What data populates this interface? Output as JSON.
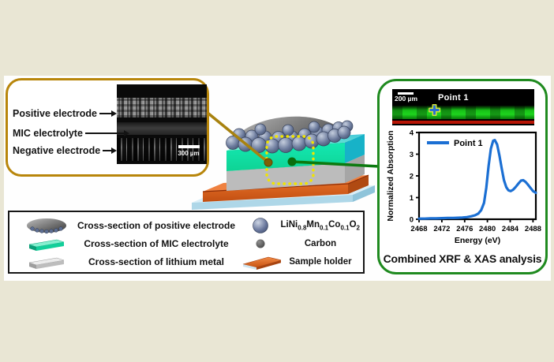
{
  "colors": {
    "background": "#e9e6d4",
    "gold_border": "#b8860b",
    "green_border": "#1f8a1f",
    "line_blue": "#1b6fd3",
    "dash_yellow": "#f0e400",
    "xrf_red": "#b71505"
  },
  "left_panel": {
    "labels": [
      "Positive electrode",
      "MIC electrolyte",
      "Negative electrode"
    ],
    "sem_scale_bar": "300 µm"
  },
  "right_panel": {
    "xrf_scale_bar": "200 µm",
    "xrf_point_label": "Point 1",
    "title": "Combined XRF & XAS analysis"
  },
  "legend_box": {
    "left_items": [
      "Cross-section of positive electrode",
      "Cross-section of MIC electrolyte",
      "Cross-section of lithium metal"
    ],
    "right_items": {
      "nmc_formula": [
        {
          "t": "LiNi"
        },
        {
          "t": "0.8",
          "sub": true
        },
        {
          "t": "Mn"
        },
        {
          "t": "0.1",
          "sub": true
        },
        {
          "t": "Co"
        },
        {
          "t": "0.1",
          "sub": true
        },
        {
          "t": "O"
        },
        {
          "t": "2",
          "sub": true
        }
      ],
      "carbon": "Carbon",
      "sample_holder": "Sample holder"
    }
  },
  "chart_data": {
    "type": "line",
    "title": "",
    "xlabel": "Energy (eV)",
    "ylabel": "Normalized Absorption",
    "xlim": [
      2468,
      2488.5
    ],
    "ylim": [
      0,
      4
    ],
    "xticks": [
      2468,
      2472,
      2476,
      2480,
      2484,
      2488
    ],
    "yticks": [
      0,
      1,
      2,
      3,
      4
    ],
    "grid": false,
    "legend_position": "top-left",
    "series": [
      {
        "name": "Point 1",
        "color": "#1b6fd3",
        "x": [
          2468,
          2469,
          2470,
          2471,
          2472,
          2473,
          2474,
          2474.8,
          2475.6,
          2476.4,
          2477.2,
          2477.8,
          2478.4,
          2478.9,
          2479.4,
          2479.8,
          2480.2,
          2480.6,
          2481.0,
          2481.3,
          2481.7,
          2482.1,
          2482.5,
          2482.9,
          2483.3,
          2483.7,
          2484.1,
          2484.5,
          2485.0,
          2485.5,
          2485.9,
          2486.3,
          2486.7,
          2487.1,
          2487.5,
          2488.0,
          2488.5
        ],
        "y": [
          0.03,
          0.03,
          0.04,
          0.04,
          0.05,
          0.06,
          0.06,
          0.07,
          0.08,
          0.1,
          0.14,
          0.18,
          0.26,
          0.42,
          0.75,
          1.45,
          2.45,
          3.25,
          3.62,
          3.65,
          3.45,
          2.95,
          2.35,
          1.8,
          1.48,
          1.33,
          1.3,
          1.36,
          1.5,
          1.66,
          1.78,
          1.8,
          1.72,
          1.6,
          1.46,
          1.3,
          1.22
        ]
      }
    ]
  }
}
